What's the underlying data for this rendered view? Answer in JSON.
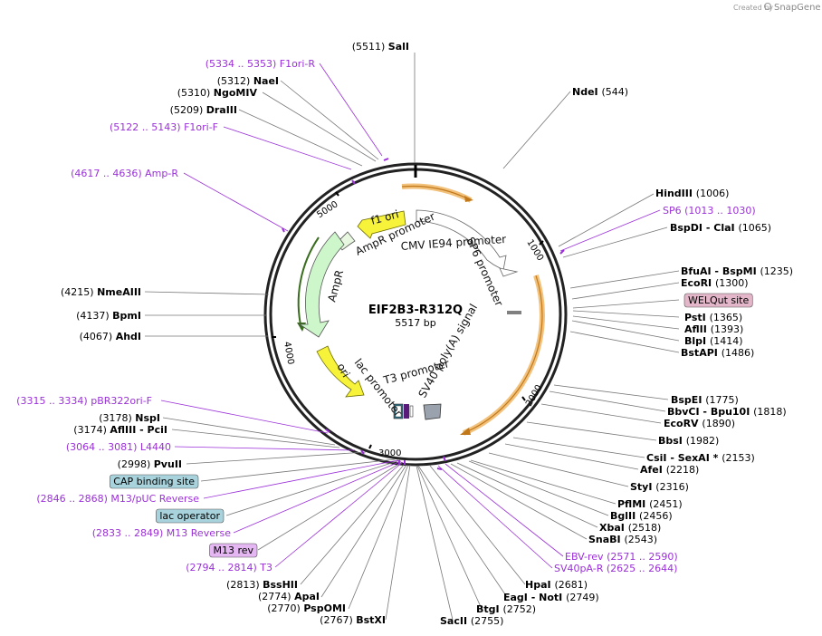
{
  "branding": {
    "created_by": "Created by",
    "product": "SnapGene"
  },
  "plasmid": {
    "name": "EIF2B3-R312Q",
    "size_label": "5517 bp",
    "length": 5517
  },
  "ticks": [
    "1000",
    "2000",
    "3000",
    "4000",
    "5000"
  ],
  "features": {
    "f1ori": "f1 ori",
    "ampr_promoter": "AmpR promoter",
    "cmv": "CMV IE94 promoter",
    "sp6_promoter": "SP6 promoter",
    "ampr": "AmpR",
    "ori": "ori",
    "lac_promoter": "lac promoter",
    "t3_promoter": "T3 promoter",
    "sv40": "SV40 poly(A) signal"
  },
  "colors": {
    "enzyme": "#000000",
    "primer": "#9b30d9",
    "feature_box_blue": "#a9d3dc",
    "feature_box_pink": "#e3b7c9",
    "feature_box_purple": "#e4b6f2"
  },
  "sites": [
    {
      "name": "SalI",
      "pos": "(5511)",
      "kind": "enzyme"
    },
    {
      "name": "F1ori-R",
      "pos": "(5334 .. 5353)",
      "kind": "primer"
    },
    {
      "name": "NaeI",
      "pos": "(5312)",
      "kind": "enzyme"
    },
    {
      "name": "NgoMIV",
      "pos": "(5310)",
      "kind": "enzyme"
    },
    {
      "name": "DraIII",
      "pos": "(5209)",
      "kind": "enzyme"
    },
    {
      "name": "F1ori-F",
      "pos": "(5122 .. 5143)",
      "kind": "primer"
    },
    {
      "name": "Amp-R",
      "pos": "(4617 .. 4636)",
      "kind": "primer"
    },
    {
      "name": "NmeAIII",
      "pos": "(4215)",
      "kind": "enzyme"
    },
    {
      "name": "BpmI",
      "pos": "(4137)",
      "kind": "enzyme"
    },
    {
      "name": "AhdI",
      "pos": "(4067)",
      "kind": "enzyme"
    },
    {
      "name": "pBR322ori-F",
      "pos": "(3315 .. 3334)",
      "kind": "primer"
    },
    {
      "name": "NspI",
      "pos": "(3178)",
      "kind": "enzyme"
    },
    {
      "name": "AflIII - PciI",
      "pos": "(3174)",
      "kind": "enzyme"
    },
    {
      "name": "L4440",
      "pos": "(3064 .. 3081)",
      "kind": "primer"
    },
    {
      "name": "PvuII",
      "pos": "(2998)",
      "kind": "enzyme"
    },
    {
      "name": "CAP binding site",
      "pos": "",
      "kind": "box-blue"
    },
    {
      "name": "M13/pUC Reverse",
      "pos": "(2846 .. 2868)",
      "kind": "primer"
    },
    {
      "name": "lac operator",
      "pos": "",
      "kind": "box-blue"
    },
    {
      "name": "M13 Reverse",
      "pos": "(2833 .. 2849)",
      "kind": "primer"
    },
    {
      "name": "M13 rev",
      "pos": "",
      "kind": "box-purple"
    },
    {
      "name": "T3",
      "pos": "(2794 .. 2814)",
      "kind": "primer"
    },
    {
      "name": "BssHII",
      "pos": "(2813)",
      "kind": "enzyme"
    },
    {
      "name": "ApaI",
      "pos": "(2774)",
      "kind": "enzyme"
    },
    {
      "name": "PspOMI",
      "pos": "(2770)",
      "kind": "enzyme"
    },
    {
      "name": "BstXI",
      "pos": "(2767)",
      "kind": "enzyme"
    },
    {
      "name": "NdeI",
      "pos": "(544)",
      "kind": "enzyme"
    },
    {
      "name": "HindIII",
      "pos": "(1006)",
      "kind": "enzyme"
    },
    {
      "name": "SP6",
      "pos": "(1013 .. 1030)",
      "kind": "primer"
    },
    {
      "name": "BspDI - ClaI",
      "pos": "(1065)",
      "kind": "enzyme"
    },
    {
      "name": "BfuAI - BspMI",
      "pos": "(1235)",
      "kind": "enzyme"
    },
    {
      "name": "EcoRI",
      "pos": "(1300)",
      "kind": "enzyme"
    },
    {
      "name": "WELQut site",
      "pos": "",
      "kind": "box-pink"
    },
    {
      "name": "PstI",
      "pos": "(1365)",
      "kind": "enzyme"
    },
    {
      "name": "AflII",
      "pos": "(1393)",
      "kind": "enzyme"
    },
    {
      "name": "BlpI",
      "pos": "(1414)",
      "kind": "enzyme"
    },
    {
      "name": "BstAPI",
      "pos": "(1486)",
      "kind": "enzyme"
    },
    {
      "name": "BspEI",
      "pos": "(1775)",
      "kind": "enzyme"
    },
    {
      "name": "BbvCI - Bpu10I",
      "pos": "(1818)",
      "kind": "enzyme"
    },
    {
      "name": "EcoRV",
      "pos": "(1890)",
      "kind": "enzyme"
    },
    {
      "name": "BbsI",
      "pos": "(1982)",
      "kind": "enzyme"
    },
    {
      "name": "CsiI - SexAI *",
      "pos": "(2153)",
      "kind": "enzyme"
    },
    {
      "name": "AfeI",
      "pos": "(2218)",
      "kind": "enzyme"
    },
    {
      "name": "StyI",
      "pos": "(2316)",
      "kind": "enzyme"
    },
    {
      "name": "PflMI",
      "pos": "(2451)",
      "kind": "enzyme"
    },
    {
      "name": "BglII",
      "pos": "(2456)",
      "kind": "enzyme"
    },
    {
      "name": "XbaI",
      "pos": "(2518)",
      "kind": "enzyme"
    },
    {
      "name": "SnaBI",
      "pos": "(2543)",
      "kind": "enzyme"
    },
    {
      "name": "EBV-rev",
      "pos": "(2571 .. 2590)",
      "kind": "primer"
    },
    {
      "name": "SV40pA-R",
      "pos": "(2625 .. 2644)",
      "kind": "primer"
    },
    {
      "name": "HpaI",
      "pos": "(2681)",
      "kind": "enzyme"
    },
    {
      "name": "EagI - NotI",
      "pos": "(2749)",
      "kind": "enzyme"
    },
    {
      "name": "BtgI",
      "pos": "(2752)",
      "kind": "enzyme"
    },
    {
      "name": "SacII",
      "pos": "(2755)",
      "kind": "enzyme"
    }
  ]
}
